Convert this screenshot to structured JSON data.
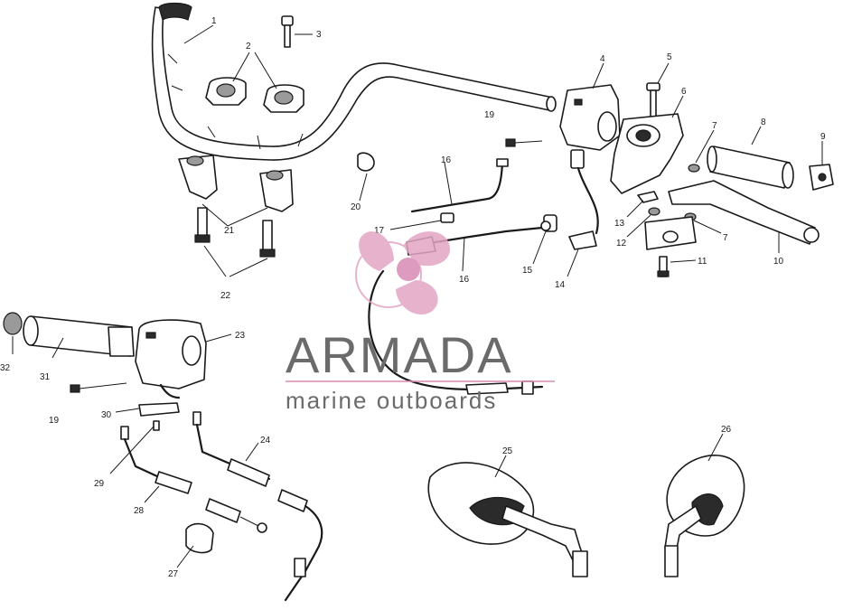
{
  "labels": {
    "l1": "1",
    "l2": "2",
    "l3": "3",
    "l4": "4",
    "l5": "5",
    "l6": "6",
    "l7a": "7",
    "l7b": "7",
    "l8": "8",
    "l9": "9",
    "l10": "10",
    "l11": "11",
    "l12": "12",
    "l13": "13",
    "l14": "14",
    "l15": "15",
    "l16a": "16",
    "l16b": "16",
    "l17": "17",
    "l19a": "19",
    "l19b": "19",
    "l20": "20",
    "l21": "21",
    "l22": "22",
    "l23": "23",
    "l24": "24",
    "l25": "25",
    "l26": "26",
    "l27": "27",
    "l28": "28",
    "l29": "29",
    "l30": "30",
    "l31": "31",
    "l32": "32"
  },
  "watermark": {
    "brand": "ARMADA",
    "tagline": "marine outboards",
    "logo": "propeller-logo",
    "colors": {
      "text": "#6b6b6b",
      "logo": "#e3a6c4",
      "line": "#d88bb5"
    }
  }
}
